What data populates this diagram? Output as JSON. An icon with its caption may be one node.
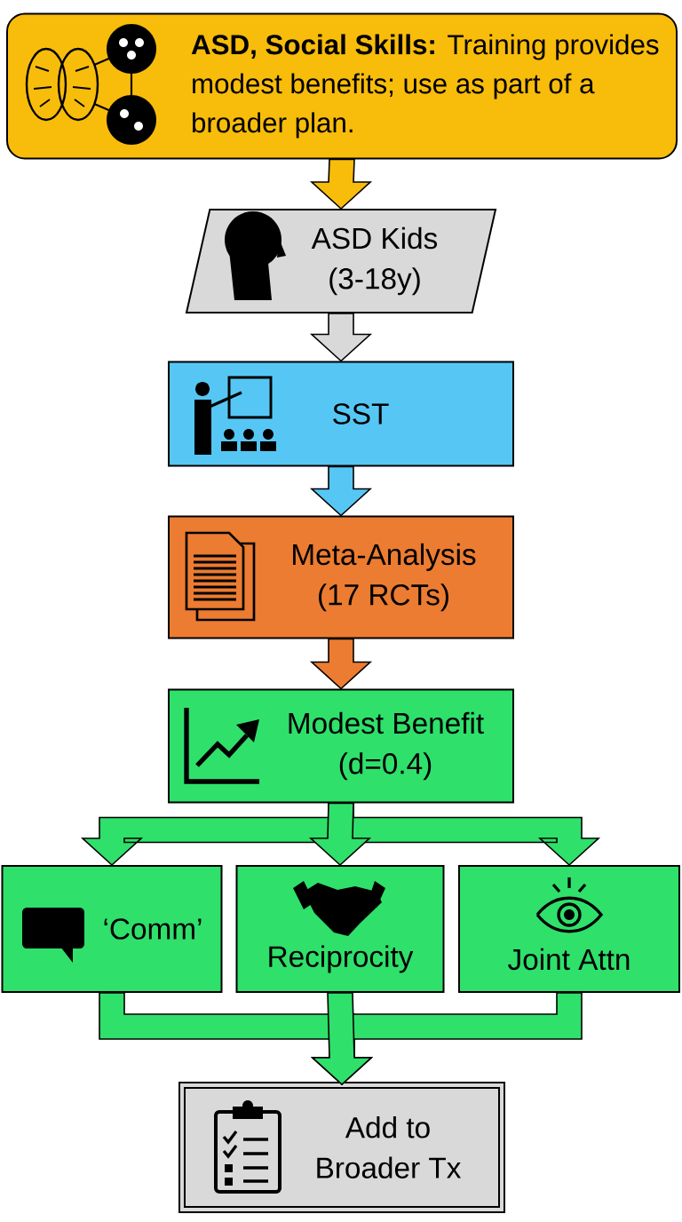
{
  "diagram": {
    "nodes": [
      {
        "text": [
          "**ASD, Social Skills:** Training provides modest benefits; use as part of a broader plan."
        ]
      },
      {
        "text": [
          "ASD Kids (3-18y)"
        ]
      },
      {
        "text": [
          "SST"
        ]
      },
      {
        "text": [
          "Meta-Analysis (17 RCTs)"
        ]
      },
      {
        "text": [
          "Modest Benefit (d=0.4)"
        ]
      },
      {
        "text": [
          "‘Comm’"
        ]
      },
      {
        "text": [
          "Reciprocity"
        ]
      },
      {
        "text": [
          "Joint Attn"
        ]
      },
      {
        "text": [
          "Add to Broader Tx"
        ]
      }
    ],
    "edges": [
      {
        "from": 0,
        "to": 1,
        "arrow": "to",
        "color": "#f8bc0b"
      },
      {
        "from": 1,
        "to": 2,
        "arrow": "to",
        "color": "#d9d9d9"
      },
      {
        "from": 2,
        "to": 3,
        "arrow": "to",
        "color": "#56c7f4"
      },
      {
        "from": 3,
        "to": 4,
        "arrow": "to",
        "color": "#ec7c31"
      },
      {
        "from": 4,
        "to": 5,
        "arrow": "to"
      },
      {
        "from": 4,
        "to": 6,
        "arrow": "to"
      },
      {
        "from": 4,
        "to": 7,
        "arrow": "to"
      },
      {
        "from": 5,
        "to": 8,
        "arrow": "to"
      },
      {
        "from": 6,
        "to": 8,
        "arrow": "to"
      },
      {
        "from": 7,
        "to": 8,
        "arrow": "to"
      }
    ]
  }
}
